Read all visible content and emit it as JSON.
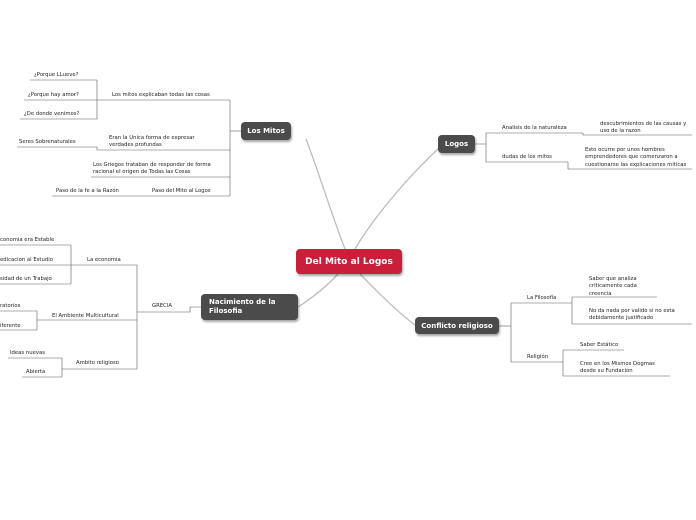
{
  "central": {
    "label": "Del Mito al Logos"
  },
  "branches": {
    "los_mitos": {
      "label": "Los Mitos",
      "explicaban": {
        "label": "Los mitos explicaban todas las cosas",
        "leaves": [
          "¿Porque LLueve?",
          "¿Porque hay amor?",
          "¿De donde venimos?"
        ]
      },
      "forma": {
        "label": "Eran la Unica forma de expresar verdades profundas",
        "leaf": "Seres Sobrenaturales"
      },
      "griegos": {
        "label": "Los Griegos trataban de responder de forma racional el origen de Todas las Cosas"
      },
      "paso": {
        "label": "Paso del Mito al Logos",
        "leaf": "Paso de la fe a la Razón"
      }
    },
    "logos": {
      "label": "Logos",
      "analisis": {
        "label": "Analisis de la naturaleza",
        "leaf": "descubrimientos de las causas y uso de la razon"
      },
      "dudas": {
        "label": "dudas de los mitos",
        "leaf": "Esto ocurre por unos hombres emprendedores que comenzaron a cuestionarse las explicaciones miticas"
      }
    },
    "nacimiento": {
      "label": "Nacimiento de la Filosofia",
      "grecia": {
        "label": "GRECIA",
        "economia": {
          "label": "La economia",
          "leaves": [
            "conomia era Estable",
            "edicacion al Estudio",
            "sidad de un Trabajo"
          ]
        },
        "ambiente": {
          "label": "El Ambiente Multicultural",
          "leaves": [
            "ratorios",
            "iferente"
          ]
        },
        "ambito": {
          "label": "Ambito religioso",
          "leaves": [
            "Ideas nuevas",
            "Abierta"
          ]
        }
      }
    },
    "conflicto": {
      "label": "Conflicto religioso",
      "filosofia": {
        "label": "La Filosofía",
        "leaves": [
          "Saber que analiza criticamente cada creencia",
          "No da nada por valido si no esta debidamente justificado"
        ]
      },
      "religion": {
        "label": "Religión",
        "leaves": [
          "Saber Estático",
          "Cree en los Mismos Dogmas desde su Fundación"
        ]
      }
    }
  }
}
